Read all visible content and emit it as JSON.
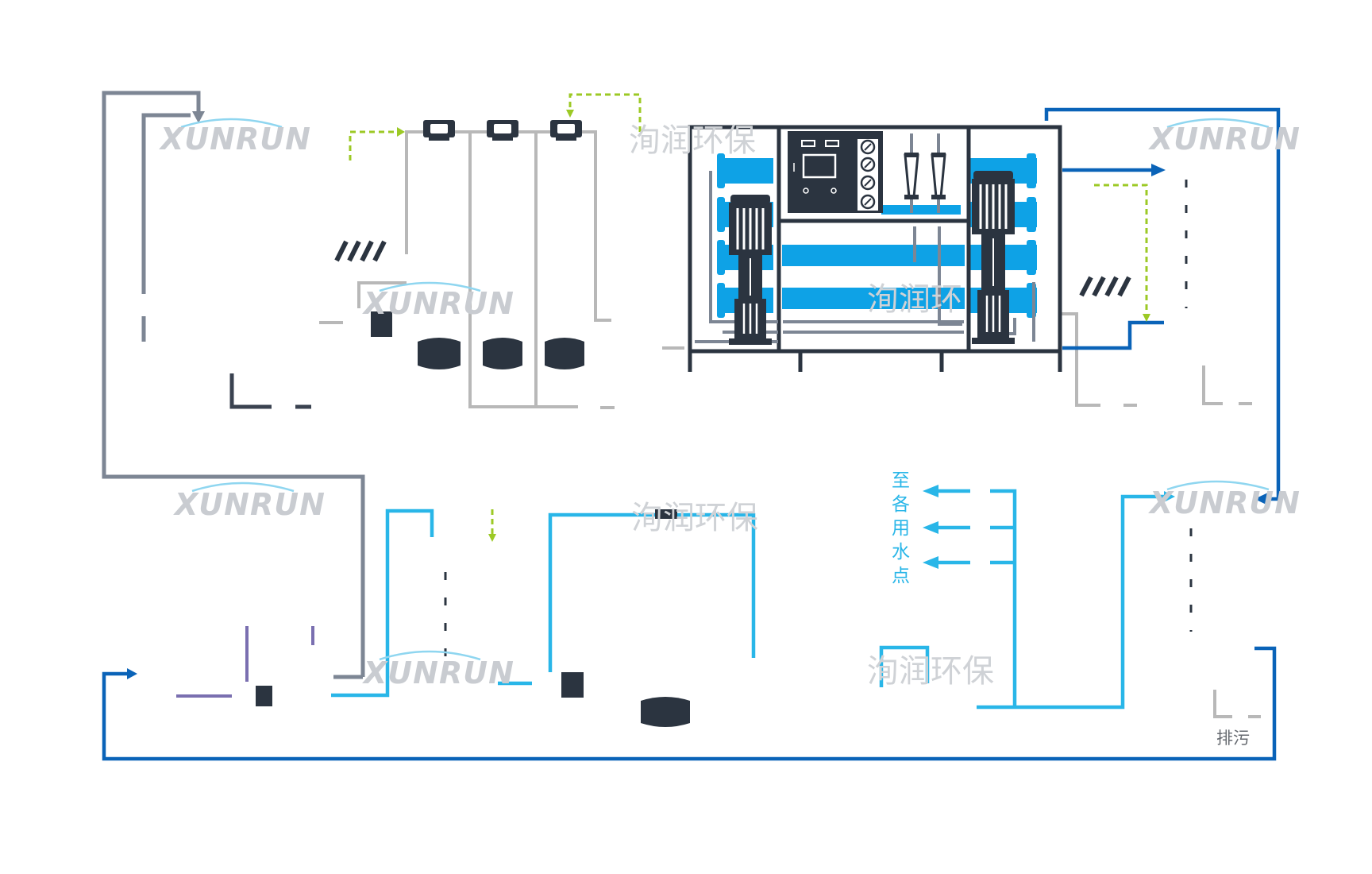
{
  "watermark": {
    "latin": "XUNRUN",
    "cjk_full": "洵润环保",
    "cjk_partial": "洵润环"
  },
  "labels": {
    "destination": [
      "至",
      "各",
      "用",
      "水",
      "点"
    ],
    "drain": "排污"
  },
  "colors": {
    "raw_water_pipe": "#7d8694",
    "filter_pipe": "#b8b8b8",
    "product_pipe": "#29b6e8",
    "return_pipe": "#0a63b8",
    "dosing_line": "#9cc925",
    "equipment_dark": "#2b3440",
    "membrane": "#0ea2e6",
    "purple_pipe": "#7a6fb0"
  }
}
